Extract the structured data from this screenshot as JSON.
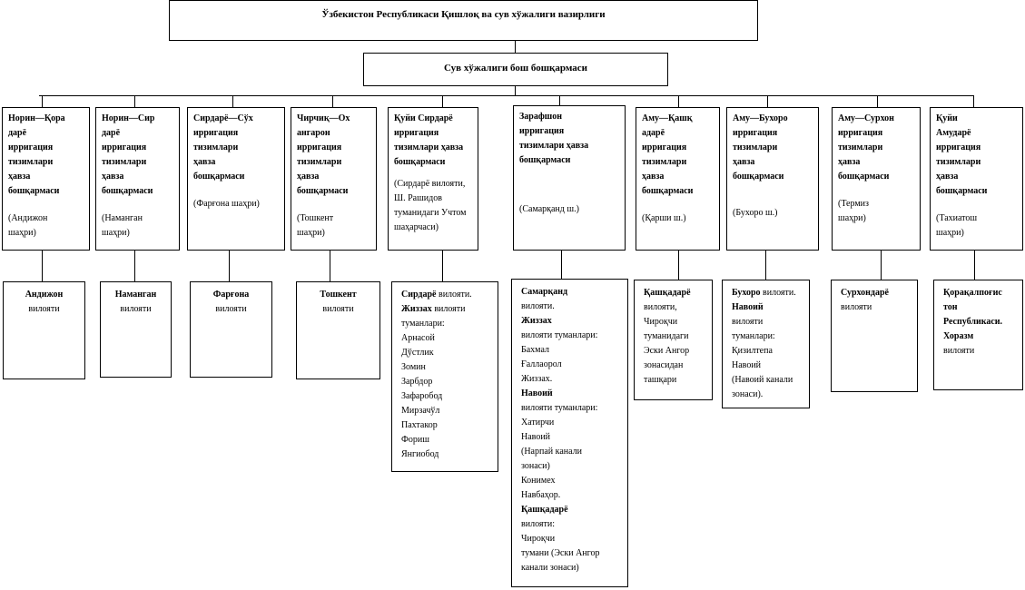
{
  "ministry": "Ўзбекистон Республикаси Қишлоқ ва сув хўжалиги вазирлиги",
  "main_dept": "Сув хўжалиги бош бошқармаси",
  "basins": [
    {
      "lines": [
        "Норин—Қора",
        "дарё",
        "ирригация",
        "тизимлари",
        "ҳавза",
        "бошқармаси"
      ],
      "city": [
        "(Андижон",
        "шаҳри)"
      ]
    },
    {
      "lines": [
        "Норин—Сир",
        "дарё",
        "ирригация",
        "тизимлари",
        "ҳавза",
        "бошқармаси"
      ],
      "city": [
        "(Наманган",
        "шаҳри)"
      ]
    },
    {
      "lines": [
        "Сирдарё—Сўх",
        "ирригация",
        "тизимлари",
        "ҳавза",
        "бошқармаси"
      ],
      "city": [
        "(Фарғона шаҳри)"
      ]
    },
    {
      "lines": [
        "Чирчиқ—Ох",
        "ангарон",
        "ирригация",
        "тизимлари",
        "ҳавза",
        "бошқармаси"
      ],
      "city": [
        "(Тошкент",
        "шаҳри)"
      ]
    },
    {
      "lines": [
        "Қуйи Сирдарё",
        "ирригация",
        "тизимлари ҳавза",
        "бошқармаси"
      ],
      "city": [
        "(Сирдарё вилояти,",
        "Ш. Рашидов",
        "туманидаги Учтом",
        "шаҳарчаси)"
      ]
    },
    {
      "lines": [
        "Зарафшон",
        "ирригация",
        "тизимлари ҳавза",
        "бошқармаси"
      ],
      "city": [
        "(Самарқанд ш.)"
      ]
    },
    {
      "lines": [
        "Аму—Қашқ",
        "адарё",
        "ирригация",
        "тизимлари",
        "ҳавза",
        "бошқармаси"
      ],
      "city": [
        "(Қарши ш.)"
      ]
    },
    {
      "lines": [
        "Аму—Бухоро",
        "ирригация",
        "тизимлари",
        "ҳавза",
        "бошқармаси"
      ],
      "city": [
        "(Бухоро ш.)"
      ]
    },
    {
      "lines": [
        "Аму—Сурхон",
        "ирригация",
        "тизимлари",
        "ҳавза",
        "бошқармаси"
      ],
      "city": [
        "(Термиз",
        "шаҳри)"
      ]
    },
    {
      "lines": [
        "Қуйи",
        "Амударё",
        "ирригация",
        "тизимлари",
        "ҳавза",
        "бошқармаси"
      ],
      "city": [
        "(Тахиатош",
        "шаҳри)"
      ]
    }
  ],
  "regions": [
    {
      "lines": [
        {
          "b": "Андижон",
          "n": ""
        },
        {
          "b": "",
          "n": "вилояти"
        }
      ]
    },
    {
      "lines": [
        {
          "b": "Наманган",
          "n": ""
        },
        {
          "b": "",
          "n": "вилояти"
        }
      ]
    },
    {
      "lines": [
        {
          "b": "Фарғона",
          "n": ""
        },
        {
          "b": "",
          "n": "вилояти"
        }
      ]
    },
    {
      "lines": [
        {
          "b": "Тошкент",
          "n": ""
        },
        {
          "b": "",
          "n": "вилояти"
        }
      ]
    },
    {
      "lines": [
        {
          "b": "Сирдарё",
          "n": " вилояти."
        },
        {
          "b": "Жиззах",
          "n": " вилояти"
        },
        {
          "b": "",
          "n": "туманлари:"
        },
        {
          "b": "",
          "n": "Арнасой"
        },
        {
          "b": "",
          "n": "Дўстлик"
        },
        {
          "b": "",
          "n": "Зомин"
        },
        {
          "b": "",
          "n": "Зарбдор"
        },
        {
          "b": "",
          "n": "Зафаробод"
        },
        {
          "b": "",
          "n": "Мирзачўл"
        },
        {
          "b": "",
          "n": "Пахтакор"
        },
        {
          "b": "",
          "n": "Фориш"
        },
        {
          "b": "",
          "n": "Янгиобод"
        }
      ]
    },
    {
      "lines": [
        {
          "b": "Самарқанд",
          "n": ""
        },
        {
          "b": "",
          "n": "вилояти."
        },
        {
          "b": "Жиззах",
          "n": ""
        },
        {
          "b": "",
          "n": "вилояти туманлари:"
        },
        {
          "b": "",
          "n": "Бахмал"
        },
        {
          "b": "",
          "n": "Ғаллаорол"
        },
        {
          "b": "",
          "n": "Жиззах."
        },
        {
          "b": "Навоий",
          "n": ""
        },
        {
          "b": "",
          "n": "вилояти туманлари:"
        },
        {
          "b": "",
          "n": "Хатирчи"
        },
        {
          "b": "",
          "n": "Навоий"
        },
        {
          "b": "",
          "n": "(Нарпай канали"
        },
        {
          "b": "",
          "n": "зонаси)"
        },
        {
          "b": "",
          "n": "Конимех"
        },
        {
          "b": "",
          "n": "Навбаҳор."
        },
        {
          "b": "Қашқадарё",
          "n": ""
        },
        {
          "b": "",
          "n": "вилояти:"
        },
        {
          "b": "",
          "n": "Чироқчи"
        },
        {
          "b": "",
          "n": "тумани (Эски Ангор"
        },
        {
          "b": "",
          "n": "канали зонаси)"
        }
      ]
    },
    {
      "lines": [
        {
          "b": "Қашқадарё",
          "n": ""
        },
        {
          "b": "",
          "n": "вилояти,"
        },
        {
          "b": "",
          "n": "Чироқчи"
        },
        {
          "b": "",
          "n": "туманидаги"
        },
        {
          "b": "",
          "n": "Эски Ангор"
        },
        {
          "b": "",
          "n": "зонасидан"
        },
        {
          "b": "",
          "n": "ташқари"
        }
      ]
    },
    {
      "lines": [
        {
          "b": "Бухоро",
          "n": " вилояти."
        },
        {
          "b": "Навоий",
          "n": ""
        },
        {
          "b": "",
          "n": "вилояти"
        },
        {
          "b": "",
          "n": "туманлари:"
        },
        {
          "b": "",
          "n": "Қизилтепа"
        },
        {
          "b": "",
          "n": "Навоий"
        },
        {
          "b": "",
          "n": " (Навоий канали"
        },
        {
          "b": "",
          "n": "зонаси)."
        }
      ]
    },
    {
      "lines": [
        {
          "b": "Сурхондарё",
          "n": ""
        },
        {
          "b": "",
          "n": "вилояти"
        }
      ]
    },
    {
      "lines": [
        {
          "b": "Қорақалпоғис",
          "n": ""
        },
        {
          "b": "тон",
          "n": ""
        },
        {
          "b": "Республикаси.",
          "n": ""
        },
        {
          "b": "Хоразм",
          "n": ""
        },
        {
          "b": "",
          "n": "вилояти"
        }
      ]
    }
  ]
}
